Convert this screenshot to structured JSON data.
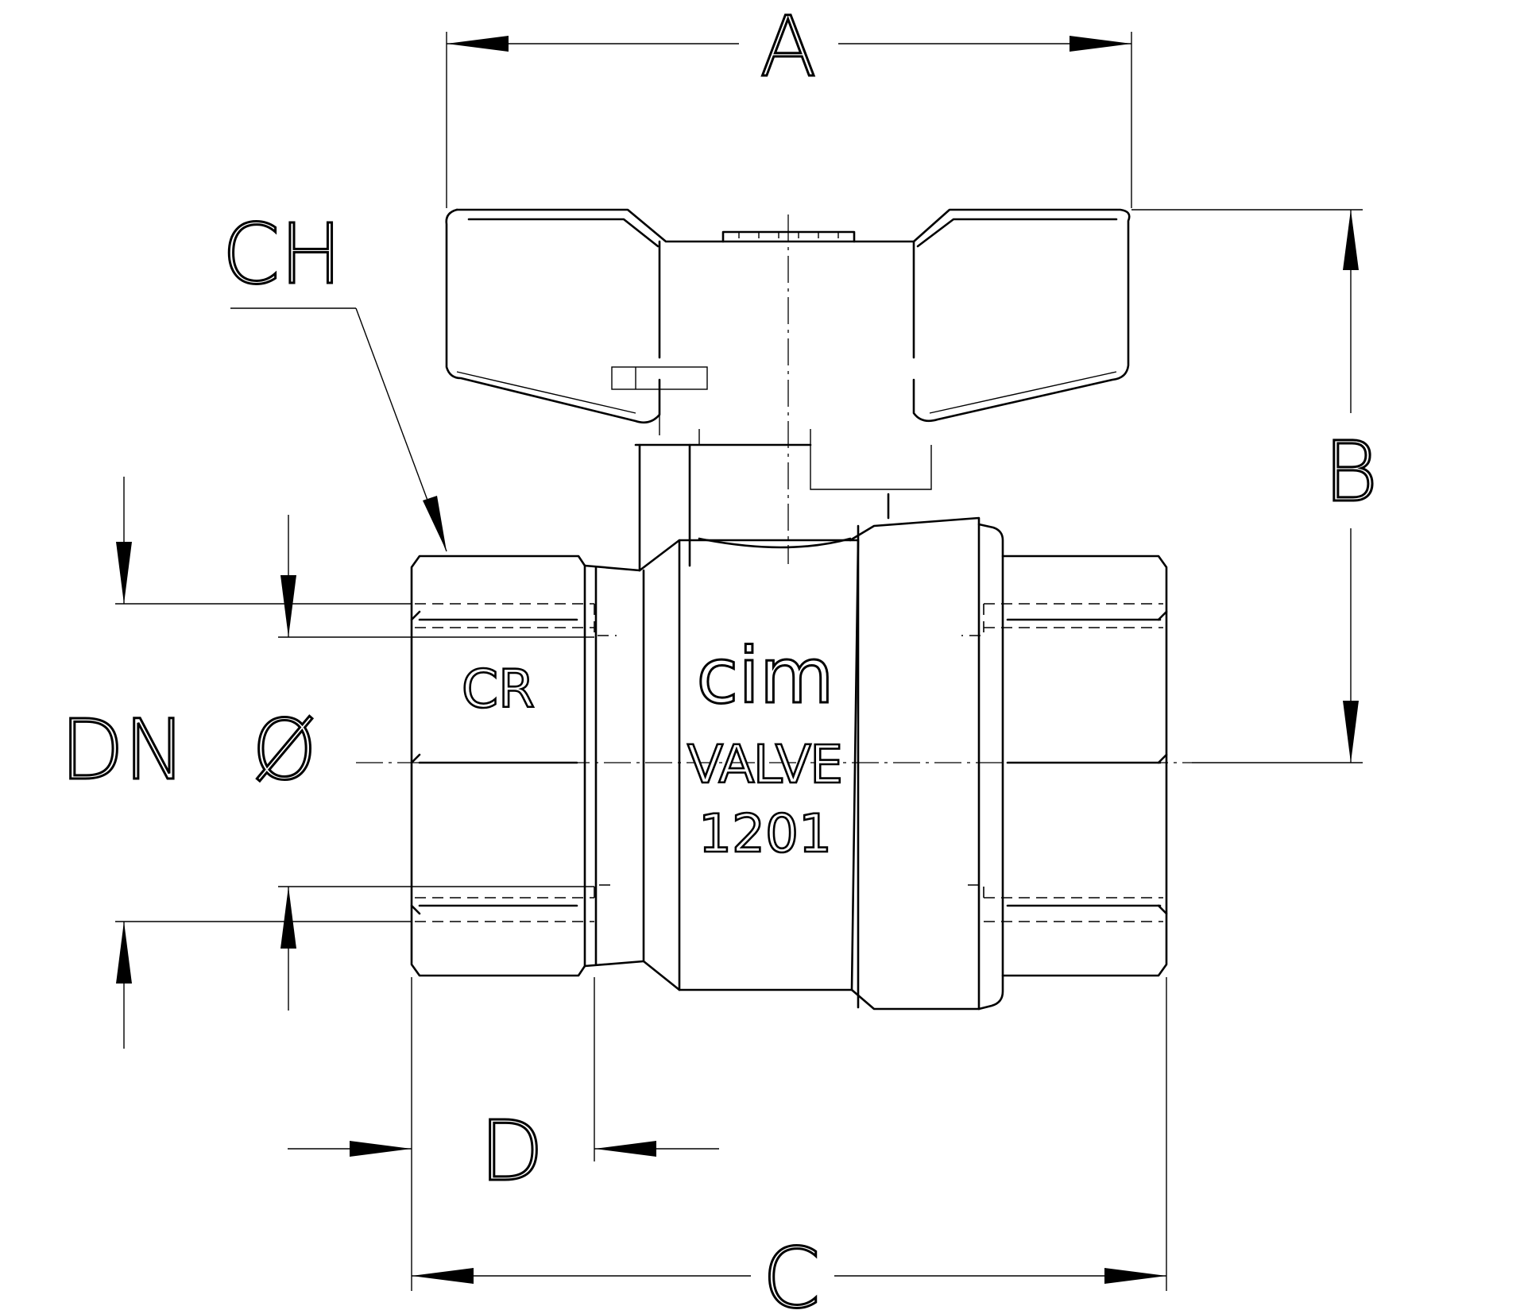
{
  "dimension_labels": {
    "a": "A",
    "b": "B",
    "c": "C",
    "d": "D",
    "ch": "CH",
    "dn": "DN",
    "dia": "Ø"
  },
  "body_markings": {
    "logo": "cim",
    "word": "VALVE",
    "model": "1201",
    "hex_mark": "CR"
  }
}
